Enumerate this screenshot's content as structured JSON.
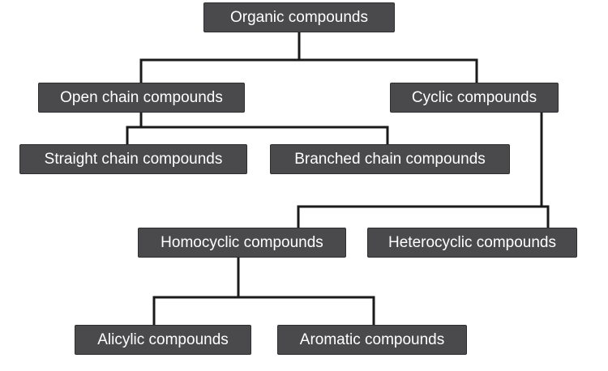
{
  "colors": {
    "node_fill": "#4a4a4c",
    "node_text": "#ffffff",
    "connector": "#1a1a1a"
  },
  "nodes": {
    "organic": "Organic compounds",
    "open_chain": "Open chain compounds",
    "cyclic": "Cyclic compounds",
    "straight_chain": "Straight chain compounds",
    "branched_chain": "Branched chain compounds",
    "homocyclic": "Homocyclic compounds",
    "heterocyclic": "Heterocyclic compounds",
    "alicyclic": "Alicylic compounds",
    "aromatic": "Aromatic compounds"
  }
}
